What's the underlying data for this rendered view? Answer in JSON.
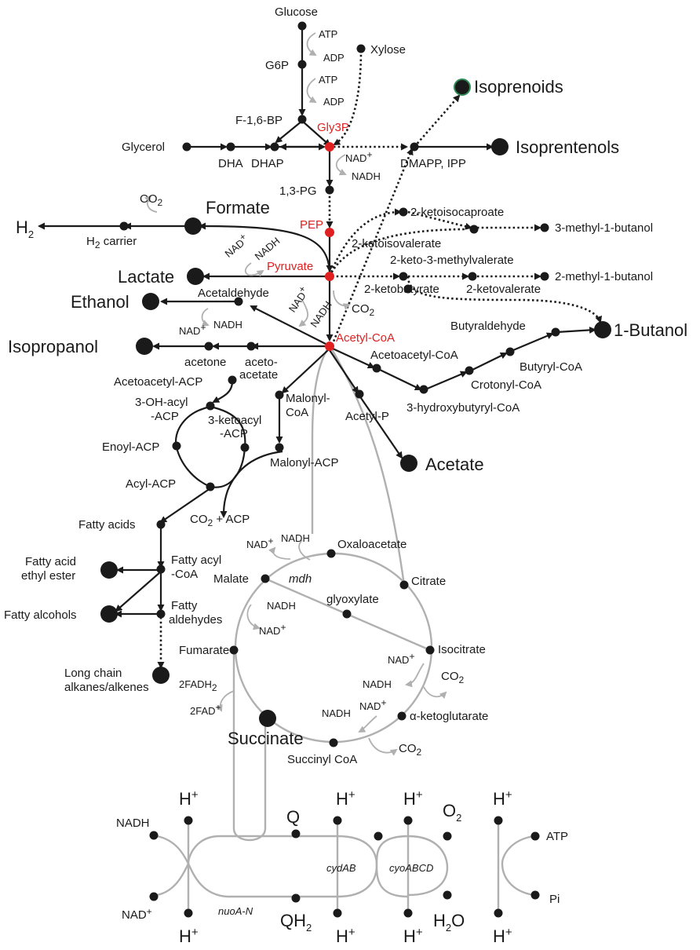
{
  "metabolites": {
    "glucose": "Glucose",
    "g6p": "G6P",
    "xylose": "Xylose",
    "f16bp": "F-1,6-BP",
    "gly3p": "Gly3P",
    "glycerol": "Glycerol",
    "dha": "DHA",
    "dhap": "DHAP",
    "dmapp": "DMAPP, IPP",
    "isoprenoids": "Isoprenoids",
    "isoprentenols": "Isoprentenols",
    "pg13": "1,3-PG",
    "pep": "PEP",
    "pyruvate": "Pyruvate",
    "formate": "Formate",
    "h2carrier": "H",
    "h2carrier_sub": "2",
    "h2carrier_rest": " carrier",
    "h2": "H",
    "h2_sub": "2",
    "lactate": "Lactate",
    "ethanol": "Ethanol",
    "acetaldehyde": "Acetaldehyde",
    "acetylcoa": "Acetyl-CoA",
    "isopropanol": "Isopropanol",
    "acetone": "acetone",
    "acetoacetate_1": "aceto-",
    "acetoacetate_2": "acetate",
    "kic": "2-ketoisocaproate",
    "kiv": "2-ketoisovalerate",
    "methylbutanol3": "3-methyl-1-butanol",
    "kmv": "2-keto-3-methylvalerate",
    "methylbutanol2": "2-methyl-1-butanol",
    "ketobutyrate": "2-ketobutyrate",
    "ketovalerate": "2-ketovalerate",
    "butyraldehyde": "Butyraldehyde",
    "butanol": "1-Butanol",
    "acetoacetylcoa": "Acetoacetyl-CoA",
    "butyrylcoa": "Butyryl-CoA",
    "crotonylcoa": "Crotonyl-CoA",
    "hbcoa": "3-hydroxybutyryl-CoA",
    "acetylp": "Acetyl-P",
    "acetate": "Acetate",
    "malonylcoa_1": "Malonyl-",
    "malonylcoa_2": "CoA",
    "malonylacp": "Malonyl-ACP",
    "acetoacetylacp": "Acetoacetyl-ACP",
    "ohacyl_1": "3-OH-acyl",
    "ohacyl_2": "-ACP",
    "ketoacyl_1": "3-ketoacyl",
    "ketoacyl_2": "-ACP",
    "enoylacp": "Enoyl-ACP",
    "acylacp": "Acyl-ACP",
    "co2acp_1": "CO",
    "co2acp_sub": "2",
    "co2acp_2": " + ACP",
    "fattyacids": "Fatty acids",
    "fattyacylcoa_1": "Fatty acyl",
    "fattyacylcoa_2": "-CoA",
    "faee_1": "Fatty acid",
    "faee_2": "ethyl ester",
    "fattyald_1": "Fatty",
    "fattyald_2": "aldehydes",
    "fattyalc": "Fatty alcohols",
    "alkanes_1": "Long chain",
    "alkanes_2": "alkanes/alkenes",
    "oxaloacetate": "Oxaloacetate",
    "citrate": "Citrate",
    "malate": "Malate",
    "glyoxylate": "glyoxylate",
    "isocitrate": "Isocitrate",
    "fumarate": "Fumarate",
    "akg": "α-ketoglutarate",
    "succinylcoa": "Succinyl CoA",
    "succinate": "Succinate"
  },
  "cofactors": {
    "atp": "ATP",
    "adp": "ADP",
    "nadplus": "NAD",
    "plus": "+",
    "nadh": "NADH",
    "co2": "CO",
    "co2_sub": "2",
    "fadh2": "2FADH",
    "fadh2_sub": "2",
    "fad": "2FAD",
    "fad_sup": "+"
  },
  "enzymes": {
    "mdh": "mdh",
    "nuoAN": "nuoA-N",
    "cydAB": "cydAB",
    "cyoABCD": "cyoABCD"
  },
  "etc": {
    "hplus": "H",
    "plus": "+",
    "nadh": "NADH",
    "nadplus": "NAD",
    "q": "Q",
    "qh2": "QH",
    "qh2_sub": "2",
    "o2": "O",
    "o2_sub": "2",
    "h2o_1": "H",
    "h2o_sub": "2",
    "h2o_2": "O",
    "atp": "ATP",
    "pi": "Pi"
  },
  "colors": {
    "highlight": "#e02020",
    "pathway": "#1a1a1a",
    "secondary": "#b0b0b0",
    "isoprenoid_ring": "#2e8b57"
  }
}
